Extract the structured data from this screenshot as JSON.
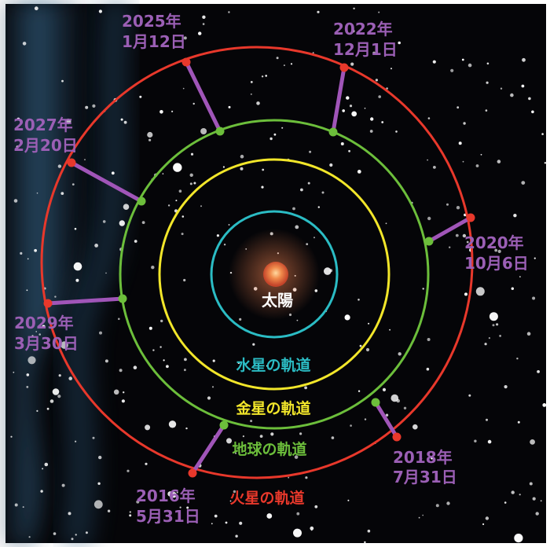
{
  "sun": {
    "label": "太陽"
  },
  "orbits": {
    "mercury": {
      "label": "水星の軌道",
      "color": "#2bbcc4"
    },
    "venus": {
      "label": "金星の軌道",
      "color": "#f2e62a"
    },
    "earth": {
      "label": "地球の軌道",
      "color": "#6cbe3b"
    },
    "mars": {
      "label": "火星の軌道",
      "color": "#e8382b"
    }
  },
  "connector_color": "#a055b8",
  "oppositions": [
    {
      "year": "2016年",
      "date": "5月31日"
    },
    {
      "year": "2018年",
      "date": "7月31日"
    },
    {
      "year": "2020年",
      "date": "10月6日"
    },
    {
      "year": "2022年",
      "date": "12月1日"
    },
    {
      "year": "2025年",
      "date": "1月12日"
    },
    {
      "year": "2027年",
      "date": "2月20日"
    },
    {
      "year": "2029年",
      "date": "3月30日"
    }
  ]
}
